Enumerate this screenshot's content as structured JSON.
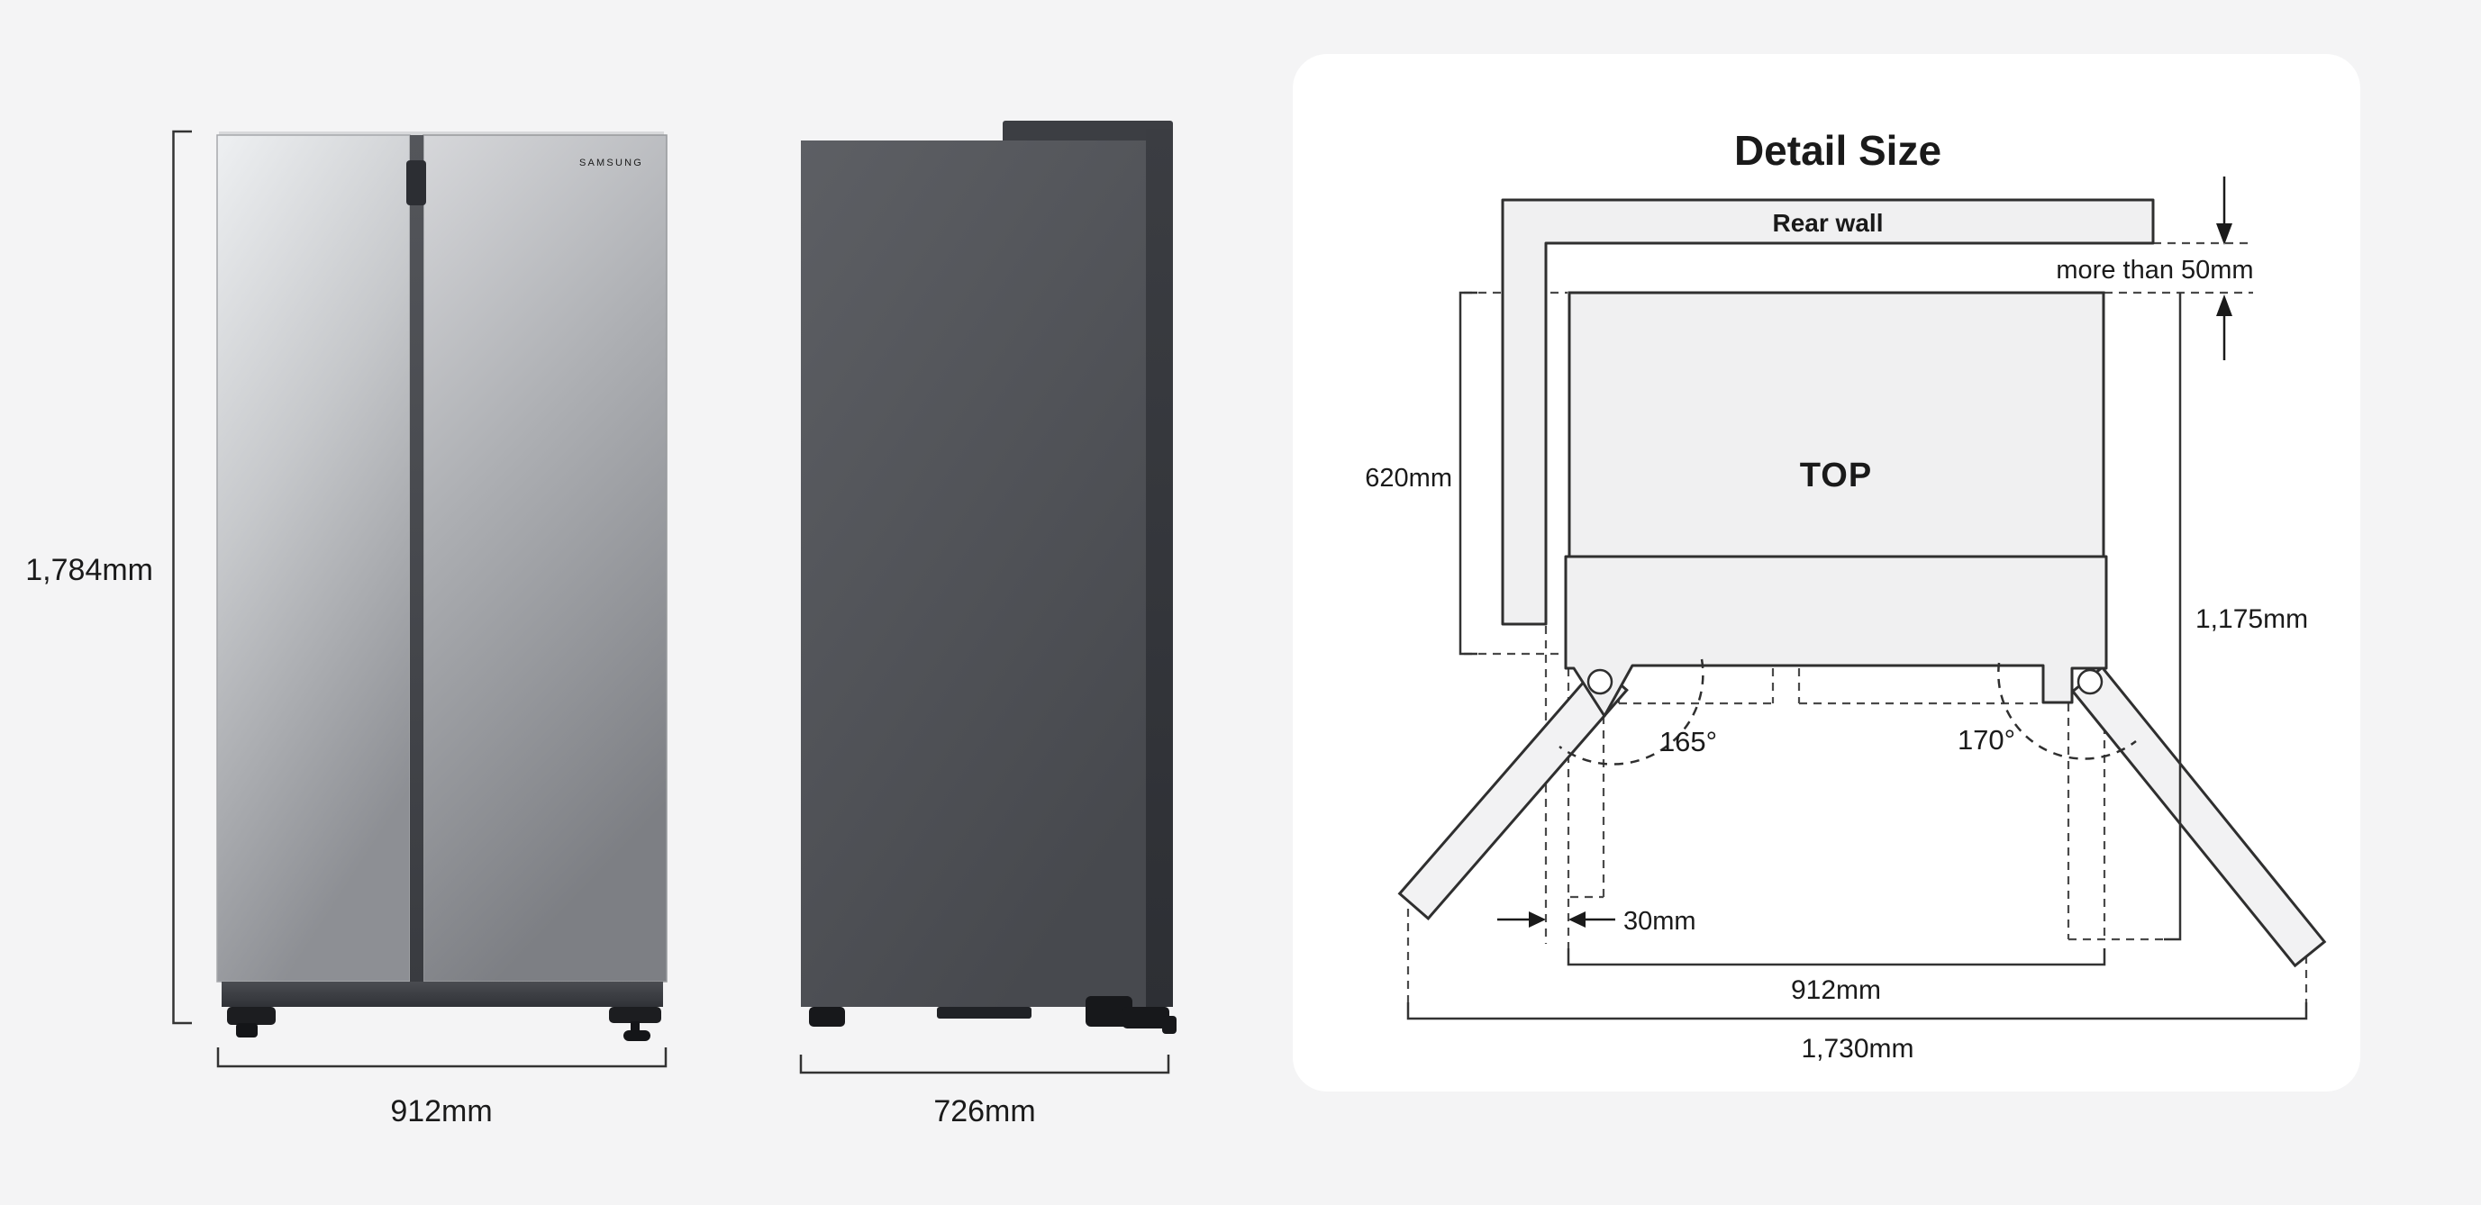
{
  "front_view": {
    "height_label": "1,784mm",
    "width_label": "912mm",
    "brand_label": "SAMSUNG"
  },
  "side_view": {
    "depth_label": "726mm"
  },
  "detail_diagram": {
    "title": "Detail Size",
    "rear_wall_label": "Rear wall",
    "rear_clearance_label": "more than 50mm",
    "side_clearance_label": "620mm",
    "top_view_label": "TOP",
    "depth_door_open_label": "1,175mm",
    "left_door_angle_label": "165°",
    "right_door_angle_label": "170°",
    "door_side_protrusion_label": "30mm",
    "cabinet_width_label": "912mm",
    "total_width_doors_open_label": "1,730mm"
  },
  "colors": {
    "page_background": "#f4f4f5",
    "panel_background": "#ffffff",
    "diagram_line": "#2f2f2f",
    "diagram_fill": "#f0f0f1",
    "dashed_line": "#4a4a4a",
    "label_text": "#1a1a1a"
  }
}
